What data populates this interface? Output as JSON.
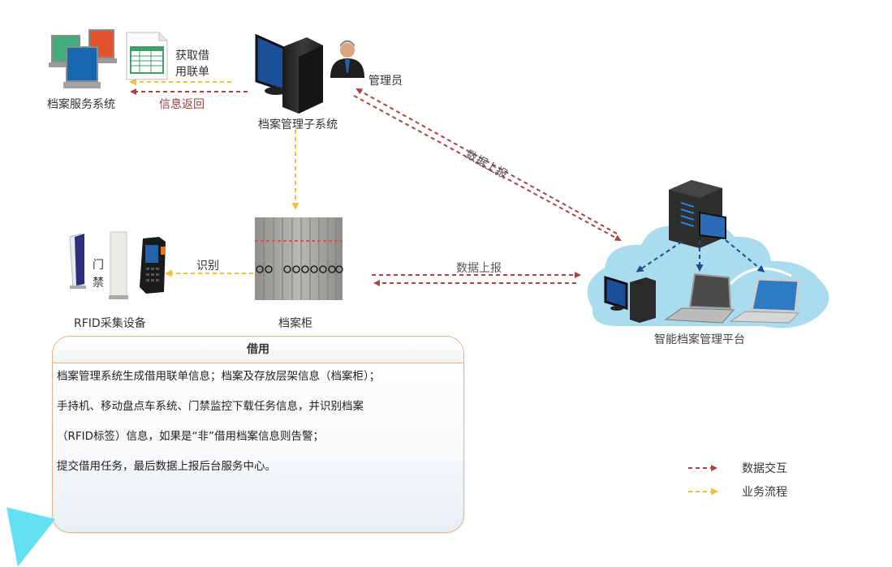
{
  "nodes": {
    "archive_service": {
      "label": "档案服务系统"
    },
    "borrow_form": {
      "label_line1": "获取借",
      "label_line2": "用联单"
    },
    "info_return": {
      "label": "信息返回"
    },
    "management_subsystem": {
      "label": "档案管理子系统"
    },
    "administrator": {
      "label": "管理员"
    },
    "rfid_device": {
      "label": "RFID采集设备",
      "gate_line1": "门",
      "gate_line2": "禁"
    },
    "cabinet": {
      "label": "档案柜"
    },
    "platform": {
      "label": "智能档案管理平台"
    }
  },
  "edges": {
    "identify": {
      "label": "识别"
    },
    "data_report_diag": {
      "label": "数据上报"
    },
    "data_report_horiz": {
      "label": "数据上报"
    }
  },
  "card": {
    "title": "借用",
    "lines": [
      "档案管理系统生成借用联单信息；档案及存放层架信息（档案柜）；",
      "手持机、移动盘点车系统、门禁监控下载任务信息，并识别档案",
      "（RFID标签）信息，如果是“非”借用档案信息则告警；",
      "提交借用任务，最后数据上报后台服务中心。"
    ]
  },
  "legend": {
    "items": [
      {
        "label": "数据交互",
        "color": "#a94442"
      },
      {
        "label": "业务流程",
        "color": "#f2c038"
      }
    ]
  },
  "colors": {
    "data_exchange": "#a94442",
    "business_flow": "#f2c038",
    "card_border": "#e2b48b",
    "cloud": "#a9dcef",
    "accent": "#63e0f2"
  }
}
